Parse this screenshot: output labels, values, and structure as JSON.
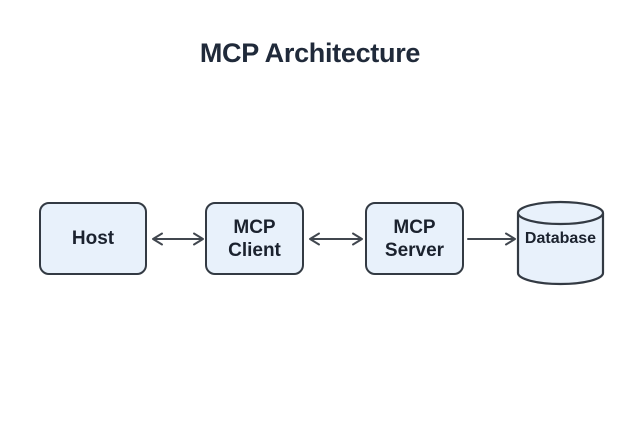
{
  "title": "MCP Architecture",
  "colors": {
    "background": "#ffffff",
    "node_fill": "#e8f1fb",
    "node_border": "#333a43",
    "arrow": "#41474f",
    "text": "#1b222e",
    "title": "#202a3a"
  },
  "diagram": {
    "nodes": [
      {
        "id": "host",
        "shape": "rounded-rect",
        "lines": [
          "Host"
        ]
      },
      {
        "id": "mcp-client",
        "shape": "rounded-rect",
        "lines": [
          "MCP",
          "Client"
        ]
      },
      {
        "id": "mcp-server",
        "shape": "rounded-rect",
        "lines": [
          "MCP",
          "Server"
        ]
      },
      {
        "id": "database",
        "shape": "cylinder",
        "lines": [
          "Database"
        ]
      }
    ],
    "connections": [
      {
        "from": "host",
        "to": "mcp-client",
        "direction": "bidirectional"
      },
      {
        "from": "mcp-client",
        "to": "mcp-server",
        "direction": "bidirectional"
      },
      {
        "from": "mcp-server",
        "to": "database",
        "direction": "forward"
      }
    ]
  }
}
